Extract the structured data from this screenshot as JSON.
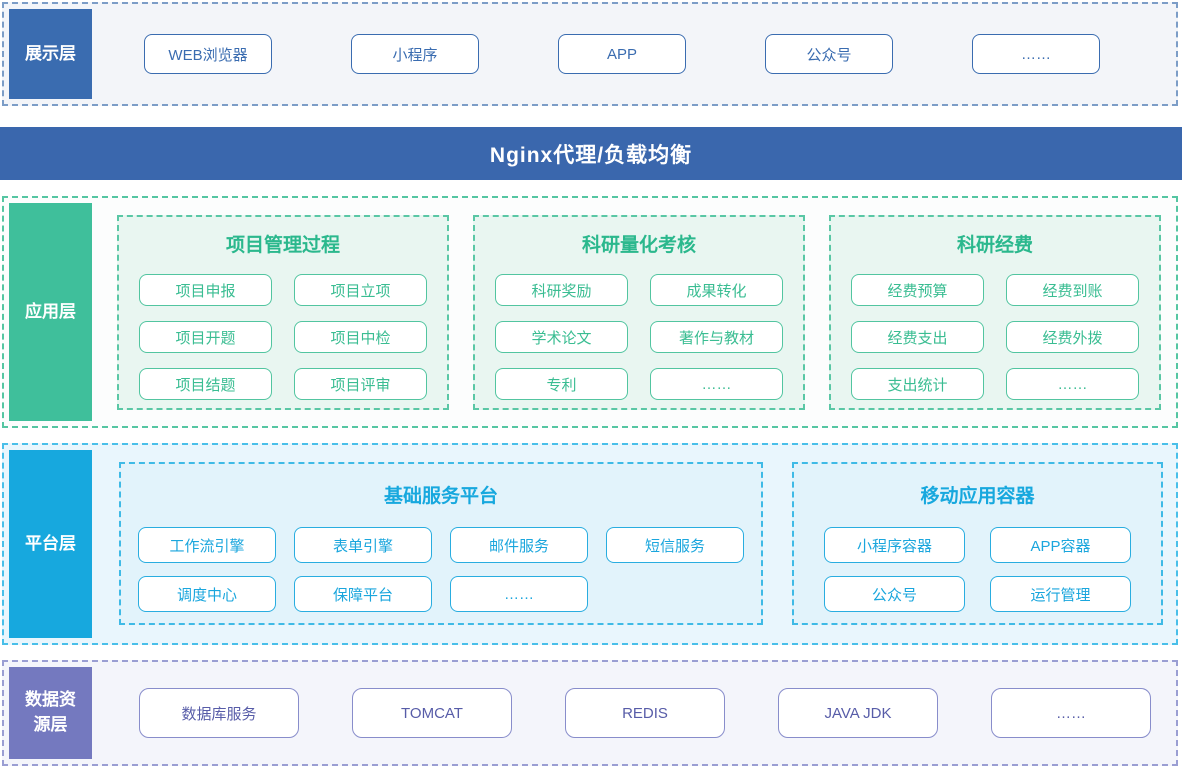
{
  "presentation_layer": {
    "label": "展示层",
    "accent": "#3a6cb0",
    "items": [
      "WEB浏览器",
      "小程序",
      "APP",
      "公众号",
      "……"
    ]
  },
  "nginx_bar": {
    "label": "Nginx代理/负载均衡",
    "bg": "#3a67ad"
  },
  "application_layer": {
    "label": "应用层",
    "accent": "#3fbf9b",
    "groups": [
      {
        "title": "项目管理过程",
        "items": [
          "项目申报",
          "项目立项",
          "项目开题",
          "项目中检",
          "项目结题",
          "项目评审"
        ]
      },
      {
        "title": "科研量化考核",
        "items": [
          "科研奖励",
          "成果转化",
          "学术论文",
          "著作与教材",
          "专利",
          "……"
        ]
      },
      {
        "title": "科研经费",
        "items": [
          "经费预算",
          "经费到账",
          "经费支出",
          "经费外拨",
          "支出统计",
          "……"
        ]
      }
    ]
  },
  "platform_layer": {
    "label": "平台层",
    "accent": "#17a8de",
    "groups": [
      {
        "title": "基础服务平台",
        "items": [
          "工作流引擎",
          "表单引擎",
          "邮件服务",
          "短信服务",
          "调度中心",
          "保障平台",
          "……"
        ]
      },
      {
        "title": "移动应用容器",
        "items": [
          "小程序容器",
          "APP容器",
          "公众号",
          "运行管理"
        ]
      }
    ]
  },
  "data_layer": {
    "label": "数据资源层",
    "accent": "#7479bf",
    "items": [
      "数据库服务",
      "TOMCAT",
      "REDIS",
      "JAVA JDK",
      "……"
    ]
  }
}
